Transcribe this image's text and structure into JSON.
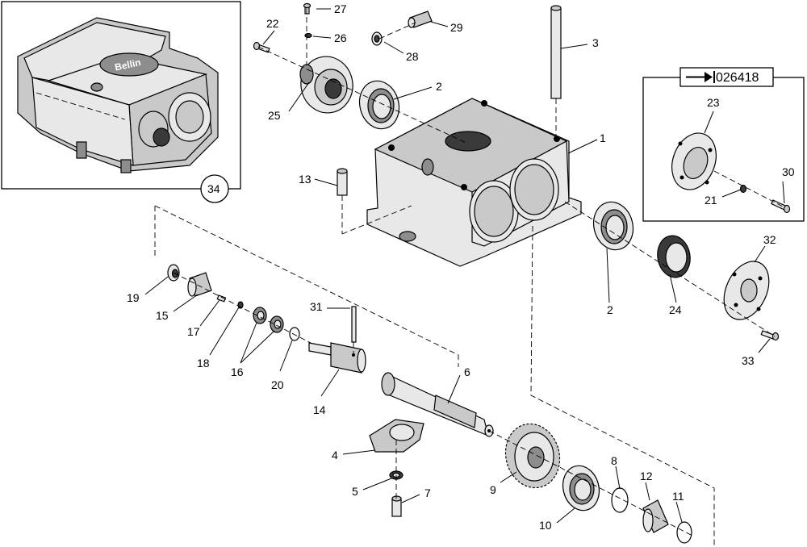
{
  "inset": {
    "callout": "34",
    "brand_text": "Bellin"
  },
  "revision_box": {
    "code": "026418"
  },
  "callouts": {
    "c1": "1",
    "c2a": "2",
    "c2b": "2",
    "c3": "3",
    "c4": "4",
    "c5": "5",
    "c6": "6",
    "c7": "7",
    "c8": "8",
    "c9": "9",
    "c10": "10",
    "c11": "11",
    "c12": "12",
    "c13": "13",
    "c14": "14",
    "c15": "15",
    "c16": "16",
    "c17": "17",
    "c18": "18",
    "c19": "19",
    "c20": "20",
    "c21": "21",
    "c22": "22",
    "c23": "23",
    "c24": "24",
    "c25": "25",
    "c26": "26",
    "c27": "27",
    "c28": "28",
    "c29": "29",
    "c30": "30",
    "c31": "31",
    "c32": "32",
    "c33": "33"
  }
}
